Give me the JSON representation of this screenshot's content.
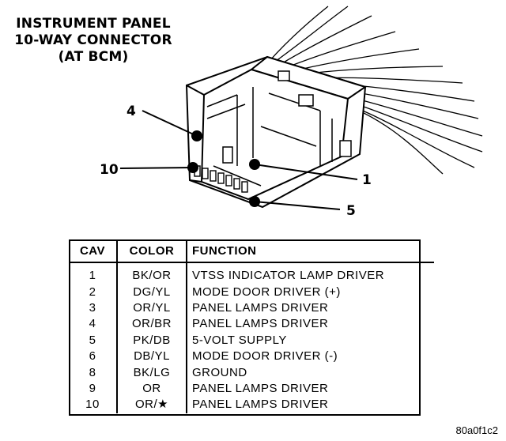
{
  "title": {
    "line1": "INSTRUMENT PANEL",
    "line2": "10-WAY CONNECTOR",
    "line3": "(AT BCM)"
  },
  "callouts": [
    {
      "id": "4",
      "label": "4"
    },
    {
      "id": "10",
      "label": "10"
    },
    {
      "id": "1",
      "label": "1"
    },
    {
      "id": "5",
      "label": "5"
    }
  ],
  "table": {
    "headers": [
      "CAV",
      "COLOR",
      "FUNCTION"
    ],
    "rows": [
      {
        "cav": "1",
        "color": "BK/OR",
        "function": "VTSS INDICATOR LAMP DRIVER"
      },
      {
        "cav": "2",
        "color": "DG/YL",
        "function": "MODE DOOR DRIVER (+)"
      },
      {
        "cav": "3",
        "color": "OR/YL",
        "function": "PANEL LAMPS DRIVER"
      },
      {
        "cav": "4",
        "color": "OR/BR",
        "function": "PANEL LAMPS DRIVER"
      },
      {
        "cav": "5",
        "color": "PK/DB",
        "function": "5-VOLT SUPPLY"
      },
      {
        "cav": "6",
        "color": "DB/YL",
        "function": "MODE DOOR DRIVER (-)"
      },
      {
        "cav": "8",
        "color": "BK/LG",
        "function": "GROUND"
      },
      {
        "cav": "9",
        "color": "OR",
        "function": "PANEL LAMPS DRIVER"
      },
      {
        "cav": "10",
        "color": "OR/★",
        "function": "PANEL LAMPS DRIVER"
      }
    ]
  },
  "footer": "80a0f1c2"
}
